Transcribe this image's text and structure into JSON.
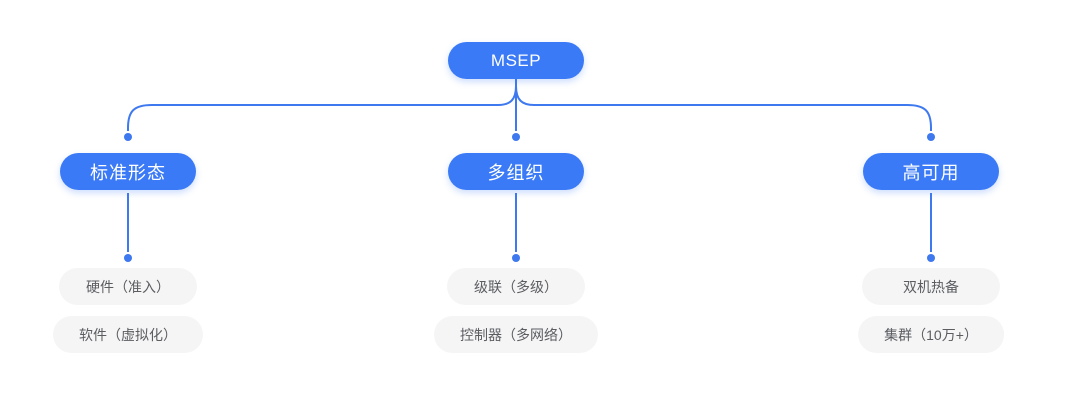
{
  "diagram": {
    "root": {
      "label": "MSEP"
    },
    "branches": [
      {
        "label": "标准形态",
        "children": [
          "硬件（准入）",
          "软件（虚拟化）"
        ]
      },
      {
        "label": "多组织",
        "children": [
          "级联（多级）",
          "控制器（多网络）"
        ]
      },
      {
        "label": "高可用",
        "children": [
          "双机热备",
          "集群（10万+）"
        ]
      }
    ],
    "colors": {
      "node_fill": "#3B7AF6",
      "node_text": "#FFFFFF",
      "connector": "#3E79EF",
      "leaf_fill": "#F5F5F6",
      "leaf_text": "#5B5D61",
      "background": "#FFFFFF"
    }
  }
}
